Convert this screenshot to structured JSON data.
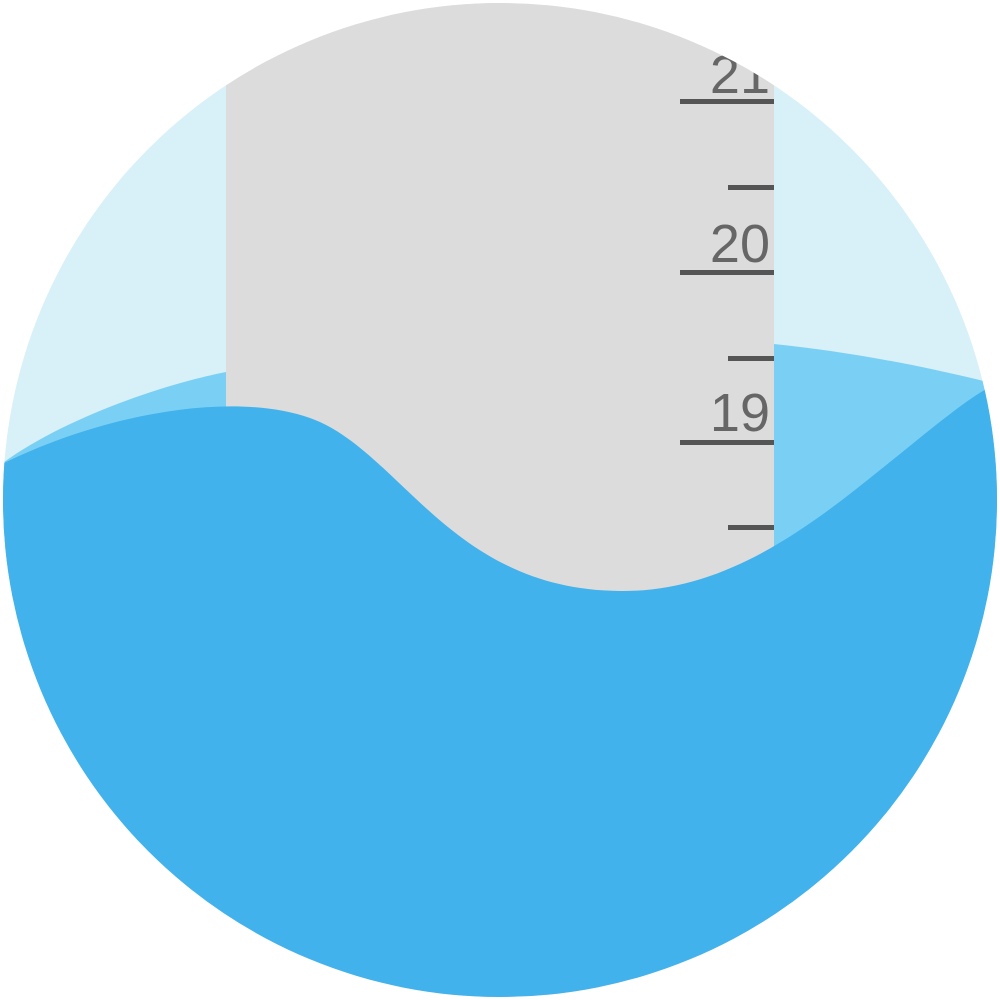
{
  "gauge": {
    "scale_labels": [
      "21",
      "20",
      "19"
    ],
    "colors": {
      "sky": "#d8f0f8",
      "ruler": "#dcdcdc",
      "back_wave": "#7ad0f4",
      "front_wave": "#42b2ec",
      "scale_text": "#666666",
      "tick": "#555555"
    }
  }
}
